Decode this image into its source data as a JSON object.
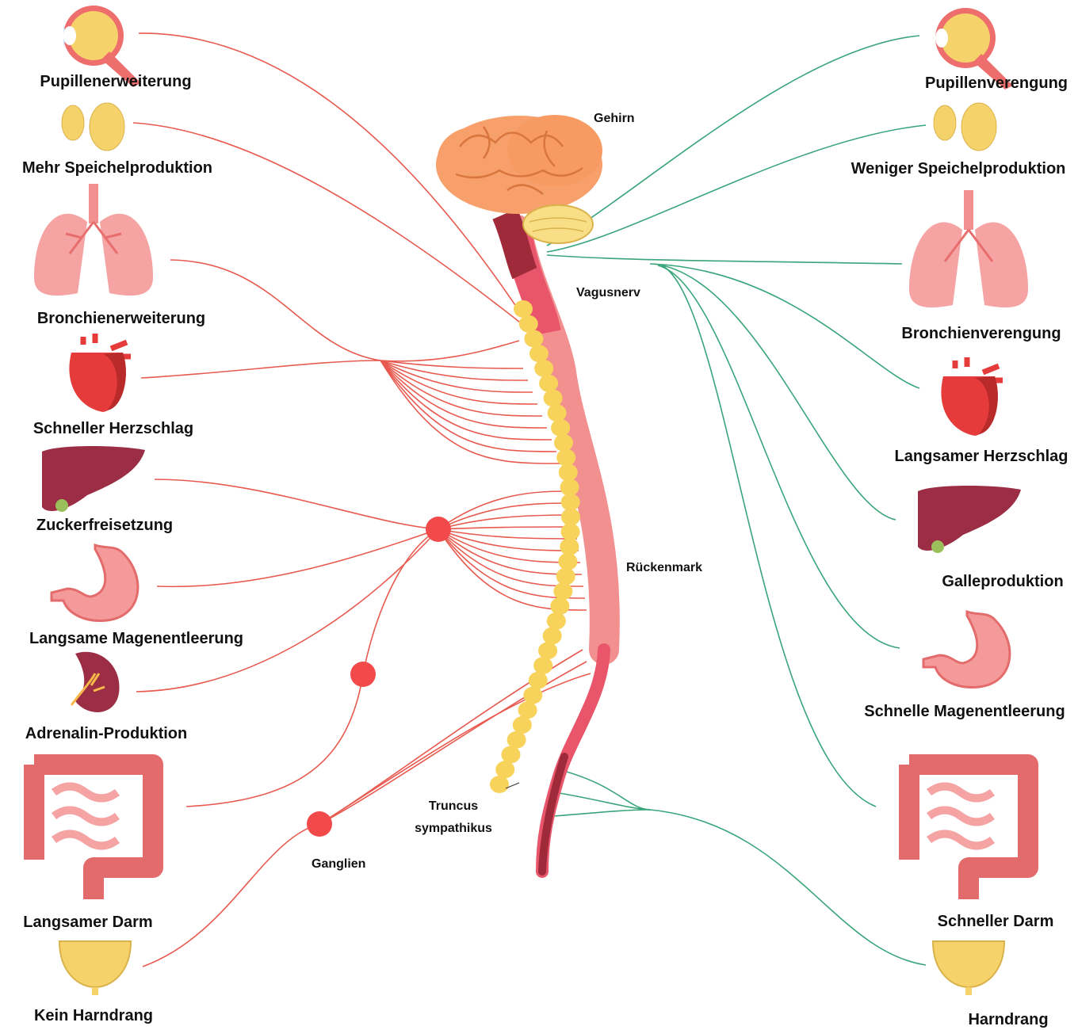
{
  "colors": {
    "sympathetic": "#e85a4f",
    "parasympathetic": "#3aa57a",
    "ganglion": "#f24a4a",
    "chain": "#f7d35c",
    "brain": "#f7a06b",
    "cord": "#f28f8f",
    "cord_dark": "#9e2a3a"
  },
  "center_labels": {
    "brain": "Gehirn",
    "vagus": "Vagusnerv",
    "spinal_cord": "Rückenmark",
    "truncus": "Truncus sympathikus",
    "ganglia": "Ganglien"
  },
  "sympathetic": [
    {
      "organ": "eye-icon",
      "effect": "Pupillenerweiterung"
    },
    {
      "organ": "salivary-gland-icon",
      "effect": "Mehr Speichelproduktion"
    },
    {
      "organ": "lungs-icon",
      "effect": "Bronchienerweiterung"
    },
    {
      "organ": "heart-icon",
      "effect": "Schneller Herzschlag"
    },
    {
      "organ": "liver-icon",
      "effect": "Zuckerfreisetzung"
    },
    {
      "organ": "stomach-icon",
      "effect": "Langsame Magenentleerung"
    },
    {
      "organ": "kidney-icon",
      "effect": "Adrenalin-Produktion"
    },
    {
      "organ": "intestine-icon",
      "effect": "Langsamer Darm"
    },
    {
      "organ": "bladder-icon",
      "effect": "Kein Harndrang"
    }
  ],
  "parasympathetic": [
    {
      "organ": "eye-icon",
      "effect": "Pupillenverengung"
    },
    {
      "organ": "salivary-gland-icon",
      "effect": "Weniger Speichelproduktion"
    },
    {
      "organ": "lungs-icon",
      "effect": "Bronchienverengung"
    },
    {
      "organ": "heart-icon",
      "effect": "Langsamer Herzschlag"
    },
    {
      "organ": "liver-icon",
      "effect": "Galleproduktion"
    },
    {
      "organ": "stomach-icon",
      "effect": "Schnelle Magenentleerung"
    },
    {
      "organ": "intestine-icon",
      "effect": "Schneller Darm"
    },
    {
      "organ": "bladder-icon",
      "effect": "Harndrang"
    }
  ]
}
